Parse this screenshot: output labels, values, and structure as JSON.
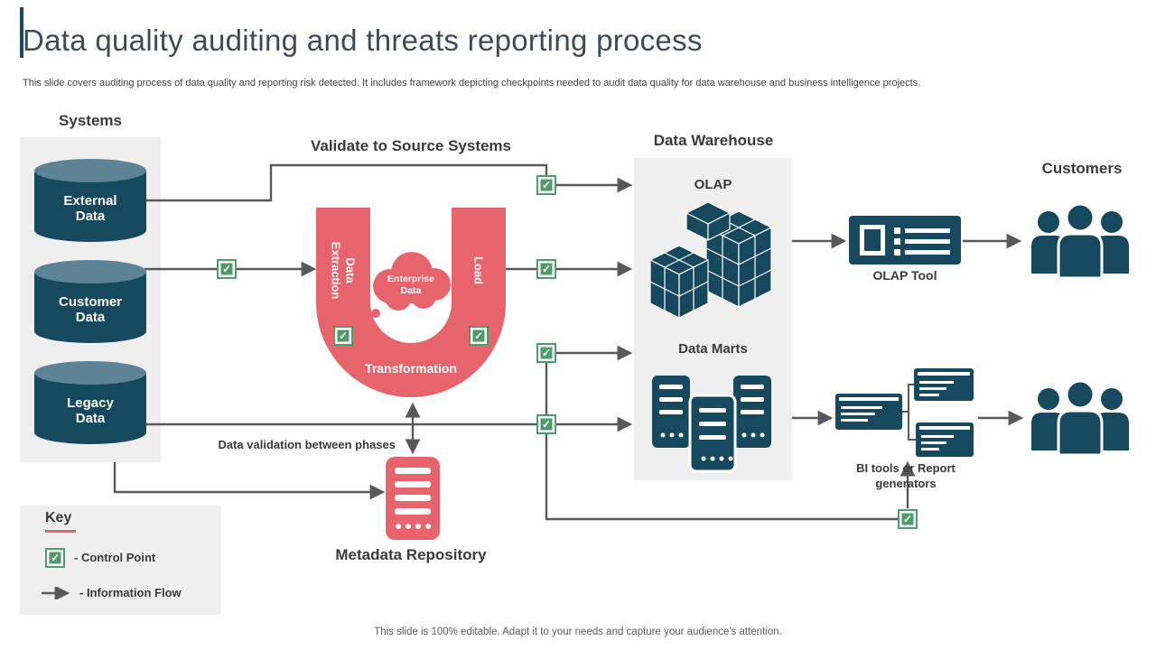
{
  "slide": {
    "title": "Data quality auditing and threats reporting process",
    "subtitle": "This slide covers auditing process of data quality and reporting risk detected. It includes framework depicting checkpoints needed to audit data quality for data warehouse and business intelligence projects.",
    "footer": "This slide is 100% editable. Adapt it to your needs and capture your audience's attention."
  },
  "systems": {
    "label": "Systems",
    "databases": [
      "External Data",
      "Customer Data",
      "Legacy Data"
    ]
  },
  "etl": {
    "header": "Validate to Source Systems",
    "extract_label": "Data Extraction",
    "load_label": "Load",
    "transform_label": "Transformation",
    "cloud_label": "Enterprise Data",
    "validation_label": "Data validation between phases",
    "metadata_label": "Metadata Repository"
  },
  "warehouse": {
    "header": "Data Warehouse",
    "olap_label": "OLAP",
    "datamarts_label": "Data Marts"
  },
  "consumers": {
    "olap_tool_label": "OLAP Tool",
    "bi_tools_label": "BI tools or Report generators",
    "customers_label": "Customers"
  },
  "key": {
    "title": "Key",
    "control_point": "- Control Point",
    "information_flow": "- Information Flow"
  },
  "icons": {
    "control_point": "green-check-square",
    "information_flow": "right-arrow",
    "database": "cylinder",
    "enterprise_data": "cloud",
    "olap": "isometric-cube-stack",
    "data_marts": "server-towers",
    "olap_tool": "report-panel",
    "bi_tools": "report-windows",
    "customers": "people-group",
    "metadata_repository": "red-server"
  },
  "colors": {
    "teal": "#17495E",
    "teal_light": "#5D8496",
    "coral": "#E8646C",
    "green": "#4F9C6A",
    "panel": "#EFEFEF",
    "arrow": "#58595B",
    "title_text": "#3F4B54"
  }
}
